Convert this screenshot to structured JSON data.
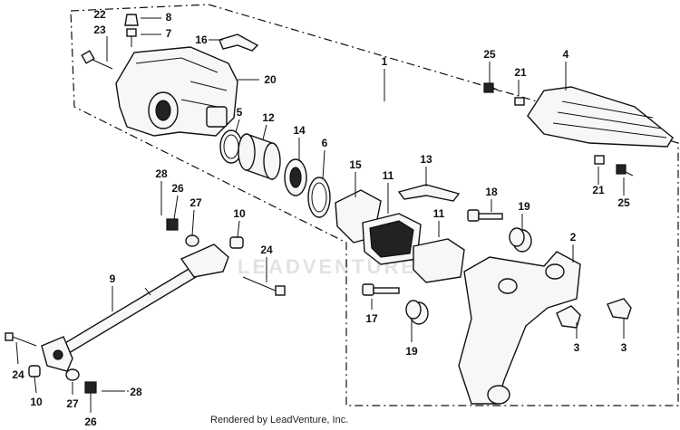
{
  "watermark": "LEADVENTURE",
  "credit": "Rendered by LeadVenture, Inc.",
  "labels": [
    "22",
    "23",
    "8",
    "7",
    "16",
    "20",
    "1",
    "25",
    "21",
    "4",
    "5",
    "12",
    "14",
    "6",
    "15",
    "13",
    "11",
    "11",
    "18",
    "19",
    "21",
    "25",
    "2",
    "28",
    "26",
    "27",
    "10",
    "24",
    "9",
    "17",
    "19",
    "3",
    "3",
    "24",
    "10",
    "27",
    "26",
    "28"
  ]
}
